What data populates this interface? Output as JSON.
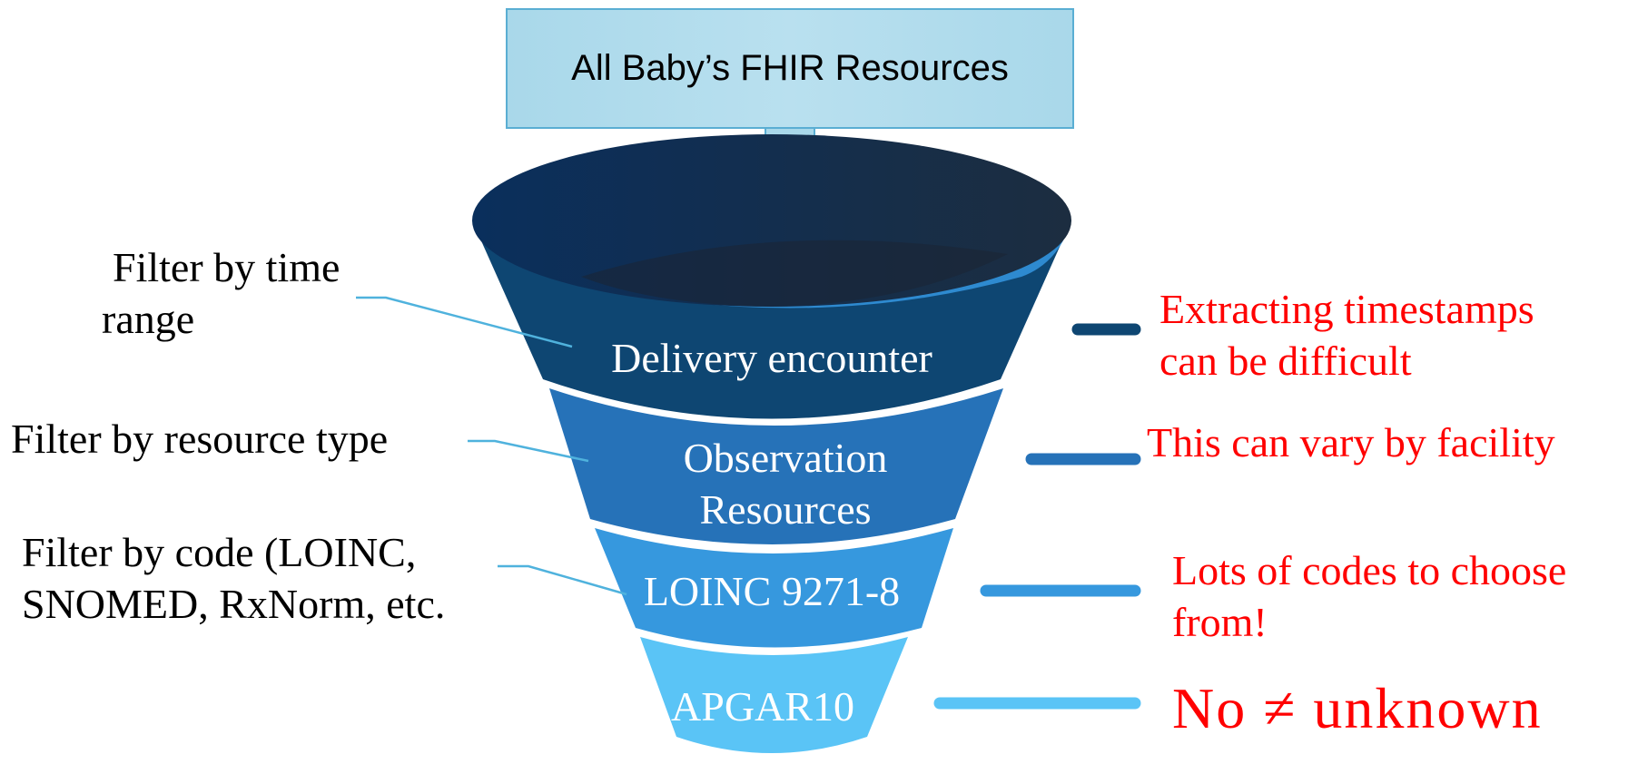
{
  "source": {
    "label": "All Baby’s FHIR Resources"
  },
  "funnel": {
    "tiers": [
      {
        "label": "Delivery encounter",
        "color": "#0e4672"
      },
      {
        "label": "Observation Resources",
        "color": "#2672b8"
      },
      {
        "label": "LOINC 9271-8",
        "color": "#3698de"
      },
      {
        "label": "APGAR10",
        "color": "#5ac4f6"
      }
    ]
  },
  "filters": [
    {
      "text_line1": "Filter by time",
      "text_line2": "range"
    },
    {
      "text_line1": "Filter by resource type"
    },
    {
      "text_line1": "Filter by code (LOINC,",
      "text_line2": "SNOMED, RxNorm, etc."
    }
  ],
  "notes": [
    {
      "text_line1": "Extracting timestamps",
      "text_line2": "can be difficult",
      "marker_color": "#0e4672"
    },
    {
      "text_line1": "This can vary by facility",
      "marker_color": "#2672b8"
    },
    {
      "text_line1": "Lots of codes to choose",
      "text_line2": "from!",
      "marker_color": "#3698de"
    },
    {
      "text_line1": "No ≠ unknown",
      "marker_color": "#5ac4f6"
    }
  ]
}
